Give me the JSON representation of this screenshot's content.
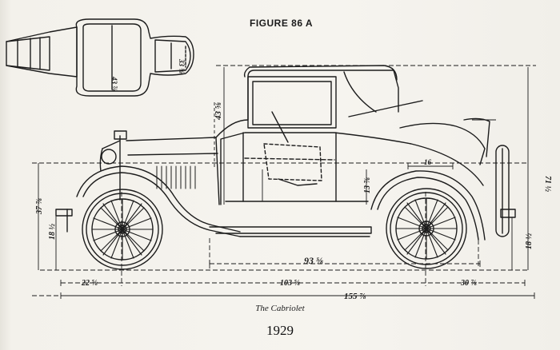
{
  "figure_title": "FIGURE 86 A",
  "caption": "The Cabriolet",
  "year": "1929",
  "dimensions": {
    "overall_height": "71 ½",
    "body_height": "43 ⅝",
    "top_width": "33 ⅝",
    "seat_width": "43 ⅞",
    "front_overhang": "22 ⅝",
    "wheelbase": "103 ⅝",
    "rear_overhang": "30 ⅞",
    "overall_length": "155 ⅞",
    "body_length": "93 ⅝",
    "rear_deck": "16",
    "hood_height": "37 ⅞",
    "axle_height": "18 ½",
    "seat_height": "13 ⅞",
    "rear_axle_height": "18 ½"
  },
  "line_color": "#1c1c1c",
  "paper_color": "#f5f3ee"
}
